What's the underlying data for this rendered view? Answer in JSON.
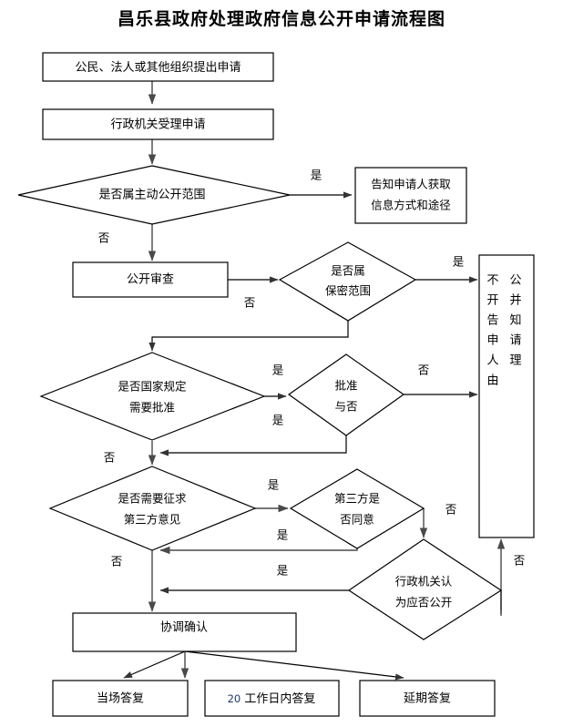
{
  "title": "昌乐县政府处理政府信息公开申请流程图",
  "nodes": {
    "apply": {
      "label": "公民、法人或其他组织提出申请",
      "shape": "box"
    },
    "accept": {
      "label": "行政机关受理申请",
      "shape": "box"
    },
    "proactive": {
      "line1": "是否属主动公开范围",
      "shape": "diamond"
    },
    "inform": {
      "line1": "告知申请人获取",
      "line2": "信息方式和途径",
      "shape": "box"
    },
    "review": {
      "label": "公开审查",
      "shape": "box"
    },
    "secret": {
      "line1": "是否属",
      "line2": "保密范围",
      "shape": "diamond"
    },
    "need_approval": {
      "line1": "是否国家规定",
      "line2": "需要批准",
      "shape": "diamond"
    },
    "approved": {
      "line1": "批准",
      "line2": "与否",
      "shape": "diamond"
    },
    "need_third": {
      "line1": "是否需要征求",
      "line2": "第三方意见",
      "shape": "diamond"
    },
    "third_agree": {
      "line1": "第三方是",
      "line2": "否同意",
      "shape": "diamond"
    },
    "agency_decide": {
      "line1": "行政机关认",
      "line2": "为应否公开",
      "shape": "diamond"
    },
    "no_disclose": {
      "column_right": "公并知请理由",
      "column_left": "不开告申人",
      "full_text": "不公开并告知申请人理由",
      "shape": "box-vertical"
    },
    "coordinate": {
      "label": "协调确认",
      "shape": "box"
    },
    "reply_onsite": {
      "label": "当场答复",
      "shape": "box"
    },
    "reply_20days": {
      "prefix": "20",
      "label": " 工作日内答复",
      "shape": "box"
    },
    "reply_delayed": {
      "label": "延期答复",
      "shape": "box"
    }
  },
  "edge_labels": {
    "proactive_yes": "是",
    "proactive_no": "否",
    "secret_yes": "是",
    "secret_no": "否",
    "approval_yes_upper": "是",
    "approval_yes_lower": "是",
    "approval_no_left": "否",
    "approved_no": "否",
    "third_yes_upper": "是",
    "third_yes_lower": "是",
    "third_no_left": "否",
    "third_agree_no": "否",
    "third_agree_yes": "是",
    "agency_no_right": "否"
  },
  "colors": {
    "shape_stroke": "#000000",
    "shape_fill": "#ffffff",
    "connector": "#4a4a4a",
    "text": "#000000",
    "number_accent": "#1f3864",
    "background": "#ffffff"
  }
}
